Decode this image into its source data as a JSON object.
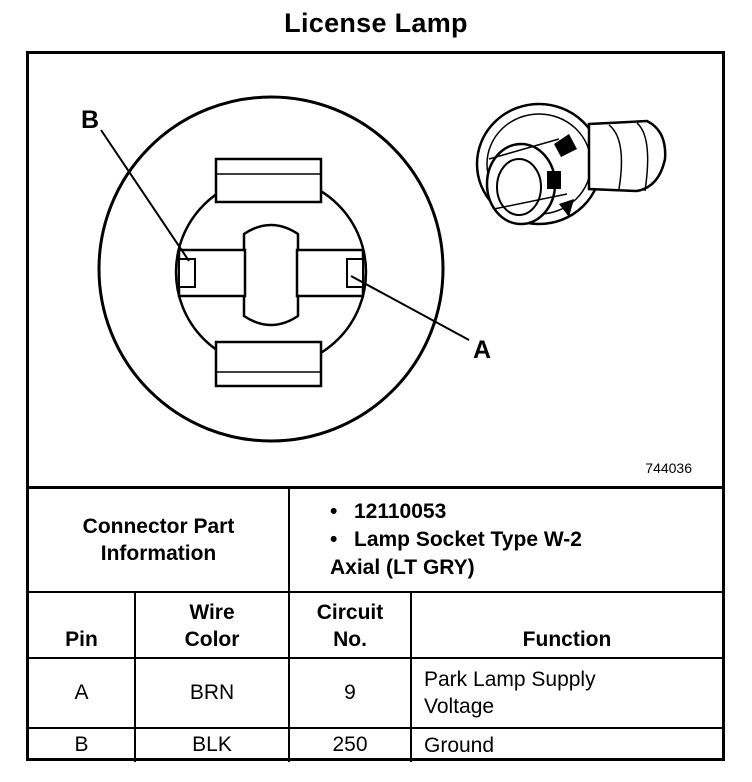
{
  "title": "License Lamp",
  "figure": {
    "callouts": {
      "b": "B",
      "a": "A"
    },
    "figure_number": "744036"
  },
  "connector": {
    "part_info_label_line1": "Connector Part",
    "part_info_label_line2": "Information",
    "part_items": [
      "12110053",
      "Lamp Socket Type W-2",
      "Axial (LT GRY)"
    ]
  },
  "columns": {
    "pin": "Pin",
    "wire_color_line1": "Wire",
    "wire_color_line2": "Color",
    "circuit_line1": "Circuit",
    "circuit_line2": "No.",
    "function": "Function"
  },
  "rows": [
    {
      "pin": "A",
      "color": "BRN",
      "circuit": "9",
      "function_line1": "Park Lamp Supply",
      "function_line2": "Voltage"
    },
    {
      "pin": "B",
      "color": "BLK",
      "circuit": "250",
      "function_line1": "Ground",
      "function_line2": ""
    }
  ]
}
